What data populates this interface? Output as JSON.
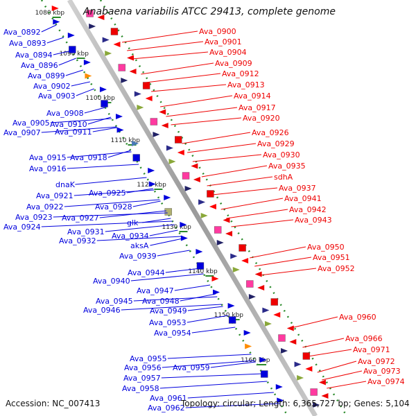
{
  "map": {
    "title": "Anabaena variabilis ATCC 29413, complete genome",
    "accession": "Accession: NC_007413",
    "topology": "Topology: circular; Length: 6,365,727 bp; Genes: 5,104",
    "ruler_ticks": [
      "1080 kbp",
      "1090 kbp",
      "1100 kbp",
      "1110 kbp",
      "1120 kbp",
      "1130 kbp",
      "1140 kbp",
      "1150 kbp",
      "1160 kbp"
    ],
    "left_labels": [
      "Ava_0892",
      "Ava_0893",
      "Ava_0894",
      "Ava_0896",
      "Ava_0899",
      "Ava_0902",
      "Ava_0903",
      "Ava_0908",
      "Ava_0905",
      "Ava_0910",
      "Ava_0907",
      "Ava_0911",
      "Ava_0918",
      "Ava_0915",
      "Ava_0916",
      "dnaK",
      "Ava_0921",
      "Ava_0925",
      "Ava_0922",
      "Ava_0928",
      "Ava_0923",
      "Ava_0927",
      "Ava_0924",
      "glk",
      "Ava_0931",
      "Ava_0934",
      "Ava_0932",
      "aksA",
      "Ava_0939",
      "Ava_0944",
      "Ava_0940",
      "Ava_0947",
      "Ava_0945",
      "Ava_0948",
      "Ava_0946",
      "Ava_0949",
      "Ava_0953",
      "Ava_0954",
      "Ava_0955",
      "Ava_0956",
      "Ava_0959",
      "Ava_0957",
      "Ava_0958",
      "Ava_0961",
      "Ava_0962"
    ],
    "right_labels": [
      "Ava_0900",
      "Ava_0901",
      "Ava_0904",
      "Ava_0909",
      "Ava_0912",
      "Ava_0913",
      "Ava_0914",
      "Ava_0917",
      "Ava_0920",
      "Ava_0926",
      "Ava_0929",
      "Ava_0930",
      "Ava_0935",
      "sdhA",
      "Ava_0937",
      "Ava_0941",
      "Ava_0942",
      "Ava_0943",
      "Ava_0950",
      "Ava_0951",
      "Ava_0952",
      "Ava_0960",
      "Ava_0966",
      "Ava_0971",
      "Ava_0972",
      "Ava_0973",
      "Ava_0974"
    ],
    "colors": {
      "forward_strand": "#0000dd",
      "reverse_strand": "#ee0000",
      "backbone": "#9a9a9a",
      "dotted_guides": "#2a8a2a"
    }
  }
}
